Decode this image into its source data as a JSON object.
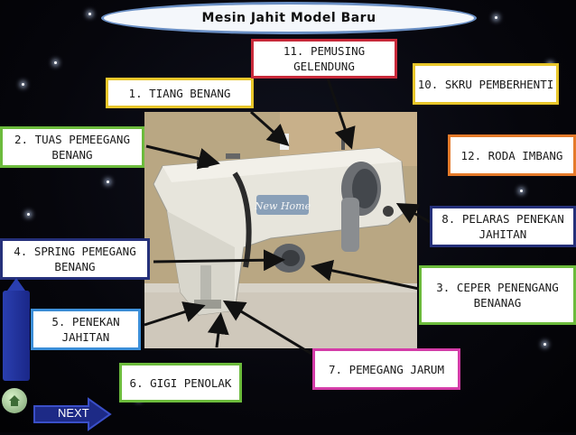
{
  "title": "Mesin Jahit Model Baru",
  "labels": {
    "l1": "1. Tiang Benang",
    "l2": "2. Tuas Pemeegang Benang",
    "l3": "3. Ceper Penengang Benanag",
    "l4": "4. Spring Pemegang Benang",
    "l5": "5. Penekan Jahitan",
    "l6": "6. Gigi Penolak",
    "l7": "7. Pemegang Jarum",
    "l8": "8. Pelaras Penekan Jahitan",
    "l10": "10. Skru Pemberhenti",
    "l11": "11. Pemusing Gelendung",
    "l12": "12. Roda Imbang"
  },
  "photo": {
    "brand": "New Home"
  },
  "nav": {
    "next_label": "NEXT"
  },
  "colors": {
    "red": "#c92a3a",
    "yellow": "#e8c62a",
    "green": "#6cbb3c",
    "orange": "#e47a2a",
    "navy": "#25307a",
    "blue": "#3b8ed8",
    "magenta": "#d43ca8"
  }
}
